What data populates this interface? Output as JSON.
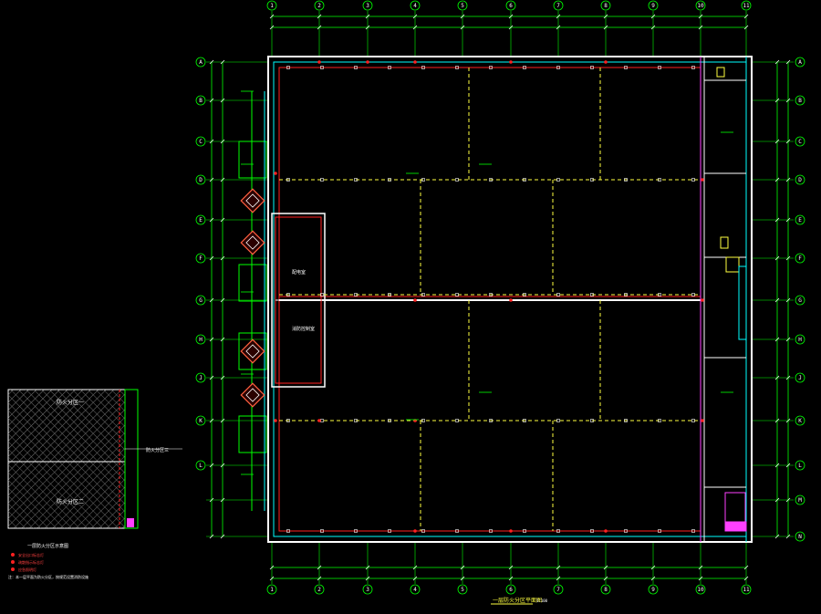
{
  "drawing": {
    "title": "一层防火分区平面图",
    "scale_label": "1:100",
    "top_axis_labels": [
      "1",
      "2",
      "3",
      "4",
      "5",
      "6",
      "7",
      "8",
      "9",
      "10",
      "11"
    ],
    "left_axis_labels": [
      "A",
      "B",
      "C",
      "D",
      "E",
      "F",
      "G",
      "H",
      "J",
      "K",
      "L"
    ],
    "right_axis_labels": [
      "A",
      "B",
      "C",
      "D",
      "E",
      "F",
      "G",
      "H",
      "J",
      "K",
      "L",
      "M",
      "N"
    ],
    "rooms": {
      "office_upper": "配电室",
      "office_lower": "消防控制室"
    }
  },
  "legend": {
    "title": "一层防火分区示意图",
    "zone_one": "防火分区一",
    "zone_two": "防火分区二",
    "zone_side": "防火分区三",
    "items": [
      "安全出口标志灯",
      "疏散指示标志灯",
      "应急照明灯"
    ],
    "note": "注：本一层平面为防火分区，按规范设置消防设施"
  },
  "colors": {
    "background": "#000000",
    "axis_green": "#00ff00",
    "wall_white": "#ffffff",
    "fire_red": "#ff2020",
    "equipment_yellow": "#ffff40",
    "cyan": "#00ffff",
    "magenta": "#ff40ff"
  }
}
